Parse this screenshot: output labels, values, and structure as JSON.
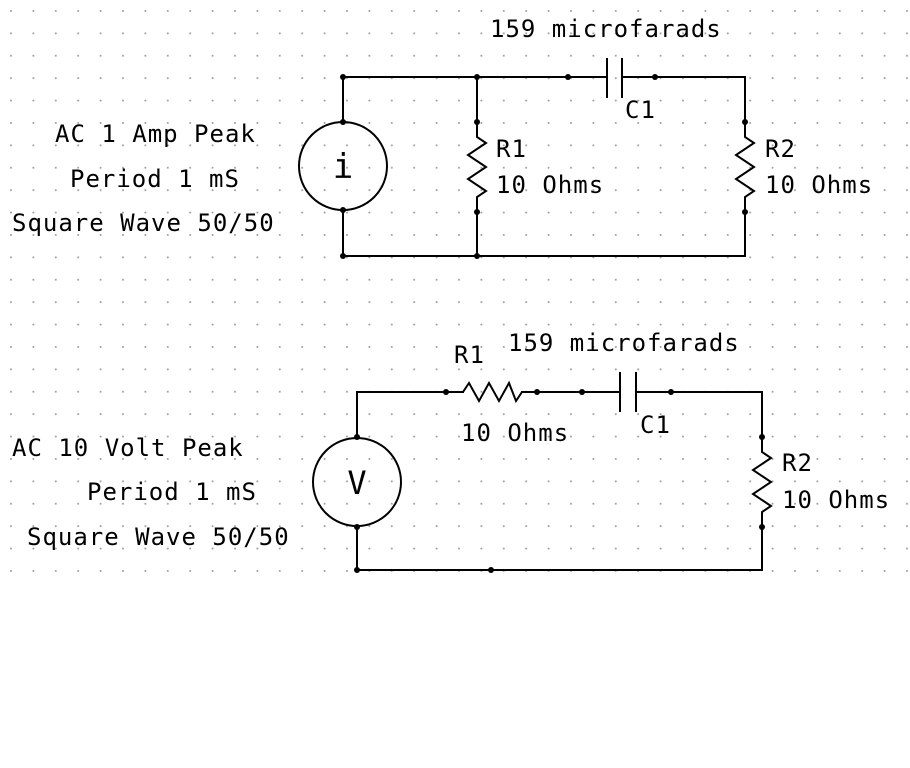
{
  "colors": {
    "background": "#ffffff",
    "ink": "#000000",
    "grid_dot": "#9a9a9a"
  },
  "circuit_top": {
    "source_symbol": "i",
    "source_lines": [
      "AC 1 Amp Peak",
      "Period 1 mS",
      "Square Wave 50/50"
    ],
    "capacitor_value": "159 microfarads",
    "capacitor_name": "C1",
    "r1_name": "R1",
    "r1_value": "10 Ohms",
    "r2_name": "R2",
    "r2_value": "10 Ohms"
  },
  "circuit_bottom": {
    "source_symbol": "V",
    "source_lines": [
      "AC 10 Volt Peak",
      "Period 1 mS",
      "Square Wave 50/50"
    ],
    "capacitor_value": "159 microfarads",
    "capacitor_name": "C1",
    "r1_name": "R1",
    "r1_value": "10 Ohms",
    "r2_name": "R2",
    "r2_value": "10 Ohms"
  }
}
